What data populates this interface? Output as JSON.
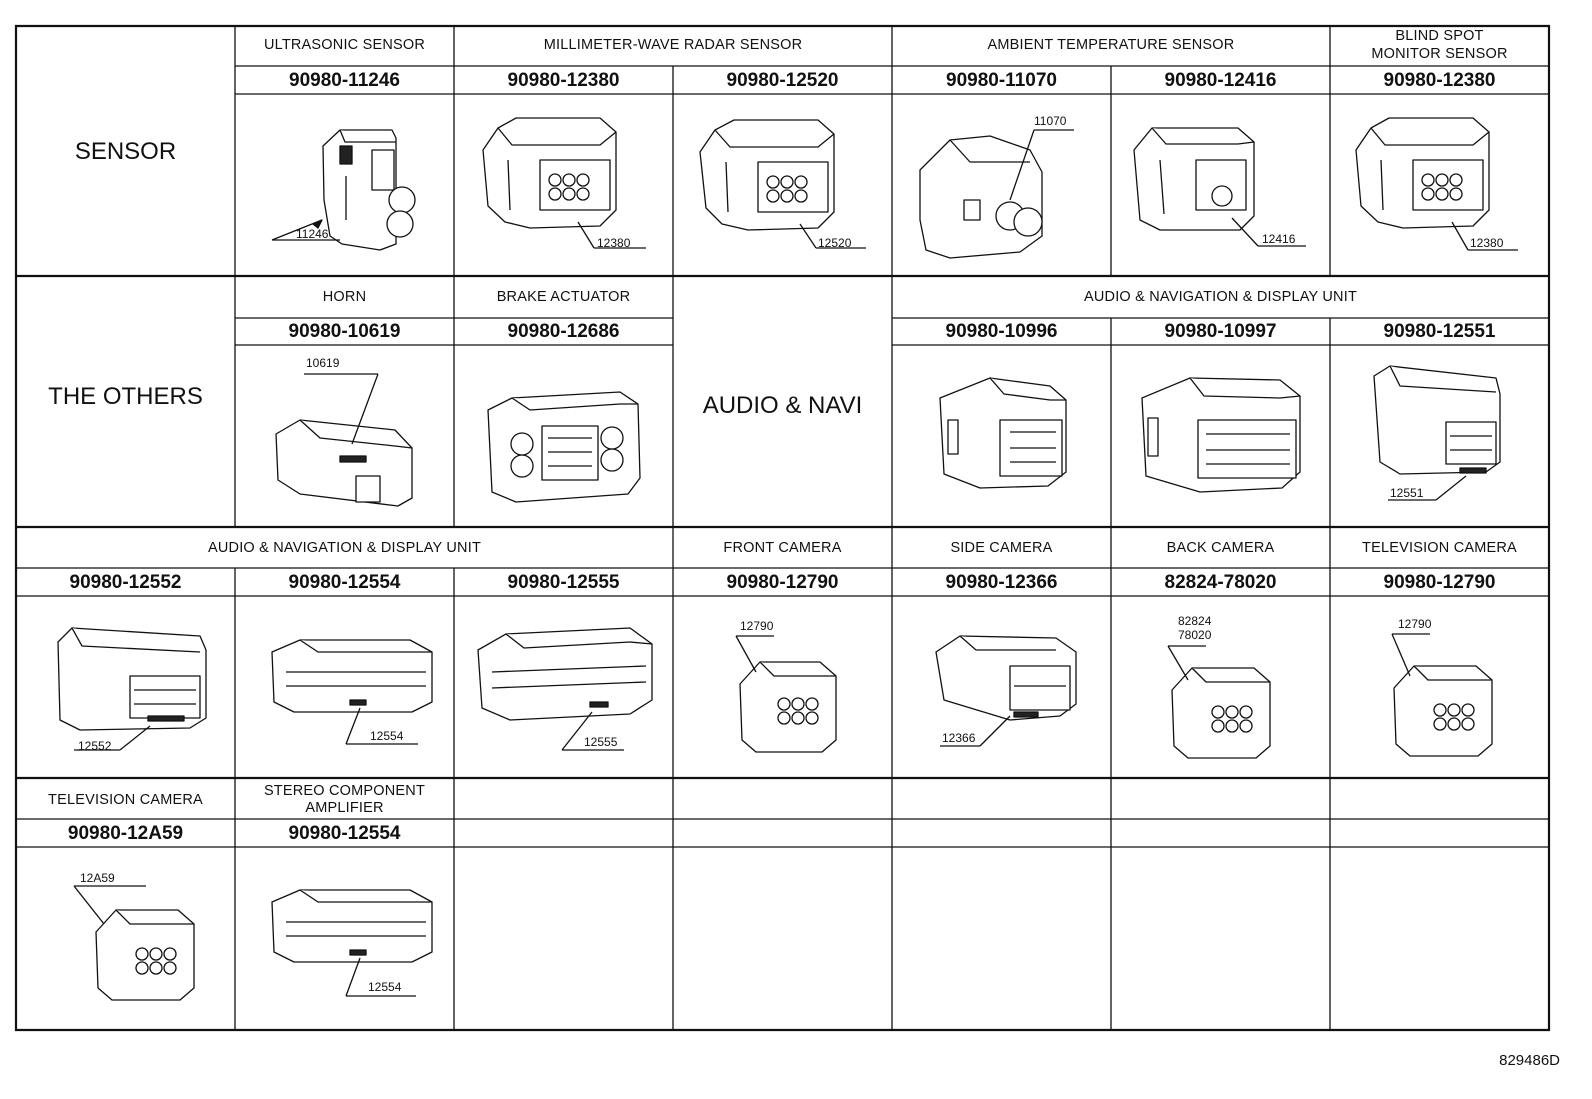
{
  "drawing_id": "829486D",
  "rows": [
    {
      "group": "SENSOR",
      "cells": [
        {
          "category": "ULTRASONIC SENSOR",
          "part_number": "90980-11246",
          "callout": "11246"
        },
        {
          "category": "MILLIMETER-WAVE RADAR SENSOR",
          "part_number": "90980-12380",
          "callout": "12380"
        },
        {
          "category": "",
          "part_number": "90980-12520",
          "callout": "12520"
        },
        {
          "category": "AMBIENT TEMPERATURE SENSOR",
          "part_number": "90980-11070",
          "callout": "11070"
        },
        {
          "category": "",
          "part_number": "90980-12416",
          "callout": "12416"
        },
        {
          "category": "BLIND SPOT MONITOR SENSOR",
          "category_line1": "BLIND SPOT",
          "category_line2": "MONITOR SENSOR",
          "part_number": "90980-12380",
          "callout": "12380"
        }
      ]
    },
    {
      "group": "THE OTHERS",
      "cells": [
        {
          "category": "HORN",
          "part_number": "90980-10619",
          "callout": "10619"
        },
        {
          "category": "BRAKE ACTUATOR",
          "part_number": "90980-12686",
          "callout": ""
        },
        {
          "category": "AUDIO & NAVI",
          "part_number": "",
          "callout": ""
        },
        {
          "category": "AUDIO & NAVIGATION & DISPLAY UNIT",
          "part_number": "90980-10996",
          "callout": ""
        },
        {
          "category": "",
          "part_number": "90980-10997",
          "callout": ""
        },
        {
          "category": "",
          "part_number": "90980-12551",
          "callout": "12551"
        }
      ]
    },
    {
      "group": "",
      "cells": [
        {
          "category": "AUDIO & NAVIGATION & DISPLAY UNIT",
          "part_number": "90980-12552",
          "callout": "12552"
        },
        {
          "category": "",
          "part_number": "90980-12554",
          "callout": "12554"
        },
        {
          "category": "",
          "part_number": "90980-12555",
          "callout": "12555"
        },
        {
          "category": "FRONT CAMERA",
          "part_number": "90980-12790",
          "callout": "12790"
        },
        {
          "category": "SIDE CAMERA",
          "part_number": "90980-12366",
          "callout": "12366"
        },
        {
          "category": "BACK CAMERA",
          "part_number": "82824-78020",
          "callout_line1": "82824",
          "callout_line2": "78020"
        },
        {
          "category": "TELEVISION CAMERA",
          "part_number": "90980-12790",
          "callout": "12790"
        }
      ]
    },
    {
      "group": "",
      "cells": [
        {
          "category": "TELEVISION CAMERA",
          "part_number": "90980-12A59",
          "callout": "12A59"
        },
        {
          "category": "STEREO COMPONENT AMPLIFIER",
          "category_line1": "STEREO COMPONENT",
          "category_line2": "AMPLIFIER",
          "part_number": "90980-12554",
          "callout": "12554"
        }
      ]
    }
  ]
}
